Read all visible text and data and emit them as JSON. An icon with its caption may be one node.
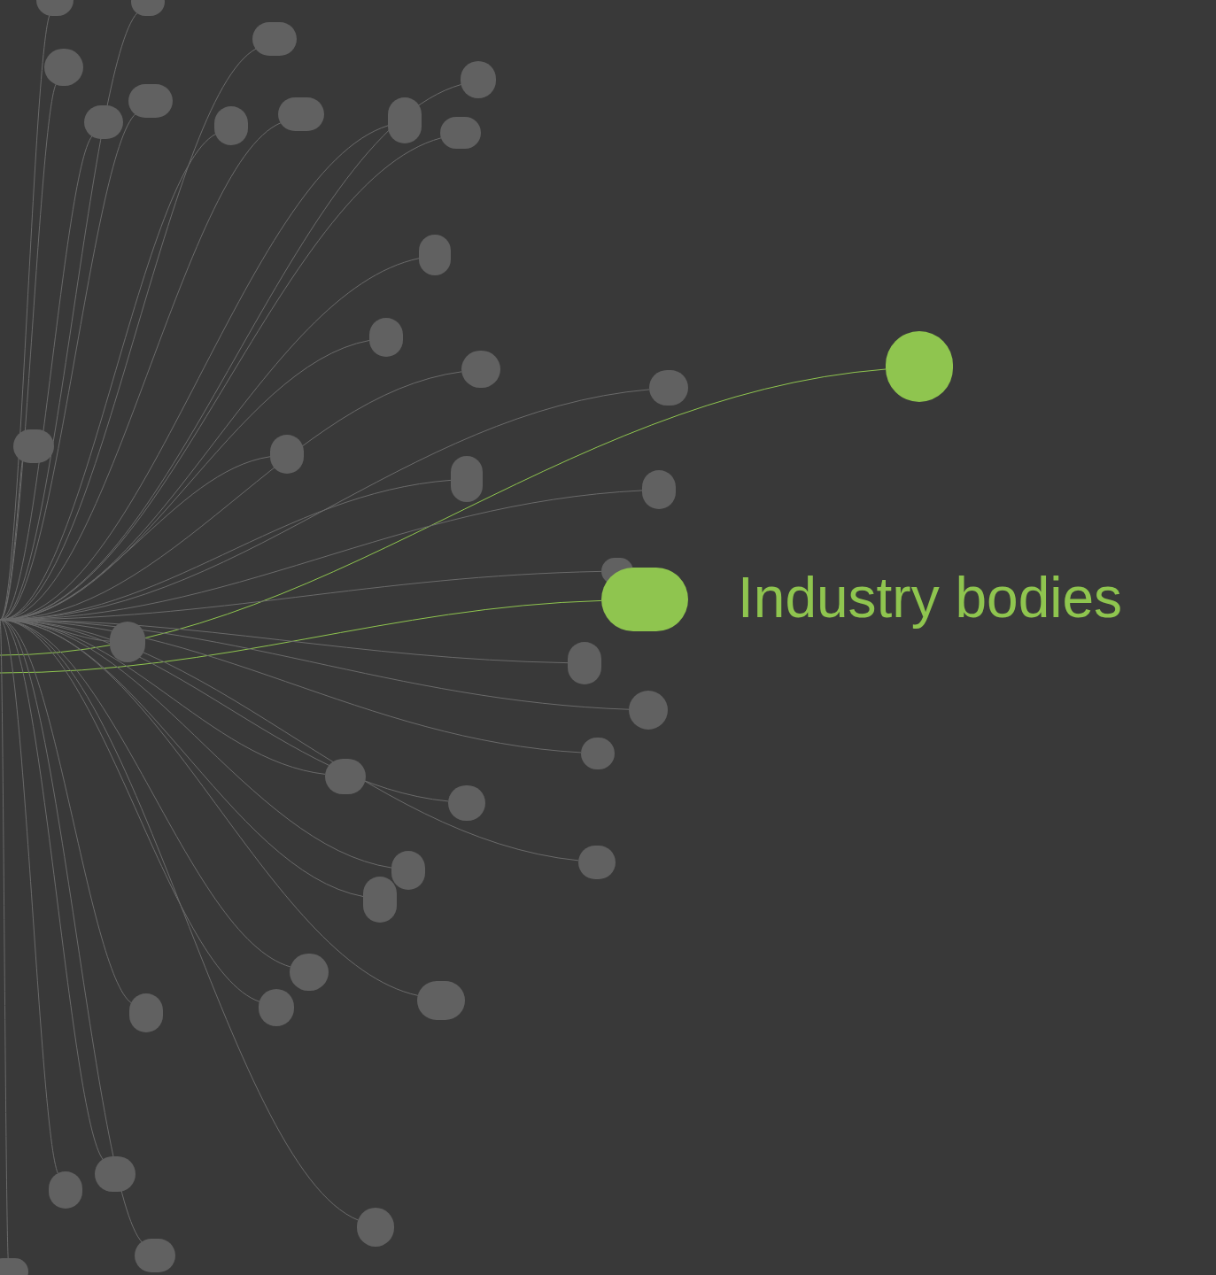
{
  "diagram": {
    "nodes": [
      {
        "text": [],
        "shape": "circle"
      },
      {
        "text": [],
        "shape": "circle"
      },
      {
        "text": [],
        "shape": "circle"
      },
      {
        "text": [],
        "shape": "circle"
      },
      {
        "text": [],
        "shape": "circle"
      },
      {
        "text": [],
        "shape": "circle"
      },
      {
        "text": [],
        "shape": "circle"
      },
      {
        "text": [],
        "shape": "circle"
      },
      {
        "text": [],
        "shape": "circle"
      },
      {
        "text": [],
        "shape": "circle"
      },
      {
        "text": [],
        "shape": "circle"
      },
      {
        "text": [],
        "shape": "circle"
      },
      {
        "text": [],
        "shape": "circle"
      },
      {
        "text": [],
        "shape": "circle"
      },
      {
        "text": [],
        "shape": "circle"
      },
      {
        "text": [],
        "shape": "circle"
      },
      {
        "text": [],
        "shape": "circle"
      },
      {
        "text": [],
        "shape": "circle"
      },
      {
        "text": [],
        "shape": "circle"
      },
      {
        "text": [],
        "shape": "circle"
      },
      {
        "text": [],
        "shape": "circle"
      },
      {
        "text": [],
        "shape": "circle",
        "beside": [
          "Industry bodies"
        ]
      },
      {
        "text": [],
        "shape": "circle"
      },
      {
        "text": [],
        "shape": "circle"
      },
      {
        "text": [],
        "shape": "circle"
      },
      {
        "text": [],
        "shape": "circle"
      },
      {
        "text": [],
        "shape": "circle"
      },
      {
        "text": [],
        "shape": "circle"
      },
      {
        "text": [],
        "shape": "circle"
      },
      {
        "text": [],
        "shape": "circle"
      },
      {
        "text": [],
        "shape": "circle"
      },
      {
        "text": [],
        "shape": "circle"
      },
      {
        "text": [],
        "shape": "circle"
      },
      {
        "text": [],
        "shape": "circle"
      },
      {
        "text": [],
        "shape": "circle"
      },
      {
        "text": [],
        "shape": "circle"
      },
      {
        "text": [],
        "shape": "circle"
      },
      {
        "text": [],
        "shape": "circle"
      },
      {
        "text": [],
        "shape": "circle"
      },
      {
        "text": [],
        "shape": "circle"
      }
    ],
    "edges": [
      {
        "from": null,
        "to": 0,
        "arrow": "none"
      },
      {
        "from": null,
        "to": 1,
        "arrow": "none"
      },
      {
        "from": null,
        "to": 2,
        "arrow": "none"
      },
      {
        "from": null,
        "to": 3,
        "arrow": "none"
      },
      {
        "from": null,
        "to": 4,
        "arrow": "none"
      },
      {
        "from": null,
        "to": 5,
        "arrow": "none"
      },
      {
        "from": null,
        "to": 6,
        "arrow": "none"
      },
      {
        "from": null,
        "to": 7,
        "arrow": "none"
      },
      {
        "from": null,
        "to": 8,
        "arrow": "none"
      },
      {
        "from": null,
        "to": 9,
        "arrow": "none"
      },
      {
        "from": null,
        "to": 10,
        "arrow": "none"
      },
      {
        "from": null,
        "to": 11,
        "arrow": "none"
      },
      {
        "from": null,
        "to": 12,
        "arrow": "none"
      },
      {
        "from": null,
        "to": 13,
        "arrow": "none",
        "color": "#8fc54f"
      },
      {
        "from": null,
        "to": 14,
        "arrow": "none"
      },
      {
        "from": null,
        "to": 15,
        "arrow": "none"
      },
      {
        "from": null,
        "to": 16,
        "arrow": "none"
      },
      {
        "from": null,
        "to": 17,
        "arrow": "none"
      },
      {
        "from": null,
        "to": 18,
        "arrow": "none"
      },
      {
        "from": null,
        "to": 19,
        "arrow": "none"
      },
      {
        "from": null,
        "to": 20,
        "arrow": "none"
      },
      {
        "from": null,
        "to": 21,
        "arrow": "none",
        "color": "#8fc54f"
      },
      {
        "from": null,
        "to": 22,
        "arrow": "none"
      },
      {
        "from": null,
        "to": 23,
        "arrow": "none"
      },
      {
        "from": null,
        "to": 24,
        "arrow": "none"
      },
      {
        "from": null,
        "to": 25,
        "arrow": "none"
      },
      {
        "from": null,
        "to": 26,
        "arrow": "none"
      },
      {
        "from": null,
        "to": 27,
        "arrow": "none"
      },
      {
        "from": null,
        "to": 28,
        "arrow": "none"
      },
      {
        "from": null,
        "to": 29,
        "arrow": "none"
      },
      {
        "from": null,
        "to": 30,
        "arrow": "none"
      },
      {
        "from": null,
        "to": 31,
        "arrow": "none"
      },
      {
        "from": null,
        "to": 32,
        "arrow": "none"
      },
      {
        "from": null,
        "to": 33,
        "arrow": "none"
      },
      {
        "from": null,
        "to": 34,
        "arrow": "none"
      },
      {
        "from": null,
        "to": 35,
        "arrow": "none"
      },
      {
        "from": null,
        "to": 36,
        "arrow": "none"
      },
      {
        "from": null,
        "to": 37,
        "arrow": "none"
      },
      {
        "from": null,
        "to": 38,
        "arrow": "none"
      },
      {
        "from": null,
        "to": 39,
        "arrow": "none"
      }
    ]
  }
}
